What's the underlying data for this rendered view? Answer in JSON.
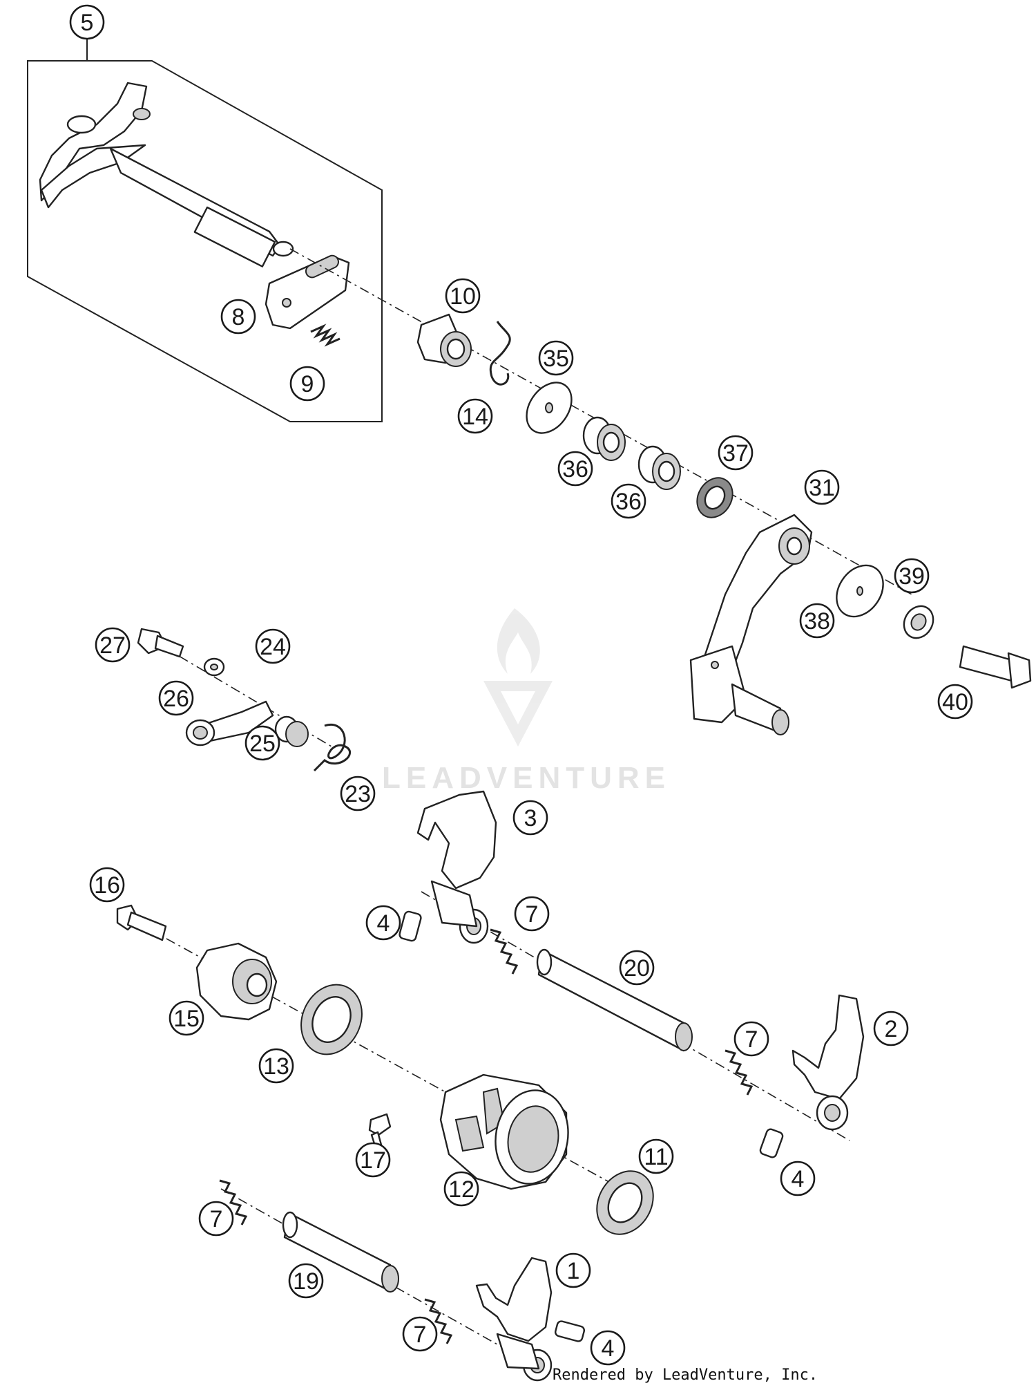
{
  "watermark": {
    "brand": "LEADVENTURE"
  },
  "credit": "Rendered by LeadVenture, Inc.",
  "colors": {
    "line": "#222222",
    "shade": "#cfcfcf",
    "watermark": "#e3e3e3"
  },
  "callouts": [
    {
      "id": "5",
      "text": "5"
    },
    {
      "id": "10",
      "text": "10"
    },
    {
      "id": "8",
      "text": "8"
    },
    {
      "id": "9",
      "text": "9"
    },
    {
      "id": "35",
      "text": "35"
    },
    {
      "id": "14",
      "text": "14"
    },
    {
      "id": "36a",
      "text": "36"
    },
    {
      "id": "36b",
      "text": "36"
    },
    {
      "id": "37",
      "text": "37"
    },
    {
      "id": "31",
      "text": "31"
    },
    {
      "id": "39",
      "text": "39"
    },
    {
      "id": "38",
      "text": "38"
    },
    {
      "id": "40",
      "text": "40"
    },
    {
      "id": "27",
      "text": "27"
    },
    {
      "id": "24",
      "text": "24"
    },
    {
      "id": "26",
      "text": "26"
    },
    {
      "id": "25",
      "text": "25"
    },
    {
      "id": "23",
      "text": "23"
    },
    {
      "id": "3",
      "text": "3"
    },
    {
      "id": "16",
      "text": "16"
    },
    {
      "id": "4a",
      "text": "4"
    },
    {
      "id": "7a",
      "text": "7"
    },
    {
      "id": "20",
      "text": "20"
    },
    {
      "id": "15",
      "text": "15"
    },
    {
      "id": "2",
      "text": "2"
    },
    {
      "id": "7b",
      "text": "7"
    },
    {
      "id": "13",
      "text": "13"
    },
    {
      "id": "17",
      "text": "17"
    },
    {
      "id": "11",
      "text": "11"
    },
    {
      "id": "4b",
      "text": "4"
    },
    {
      "id": "12",
      "text": "12"
    },
    {
      "id": "7c",
      "text": "7"
    },
    {
      "id": "19",
      "text": "19"
    },
    {
      "id": "1",
      "text": "1"
    },
    {
      "id": "7d",
      "text": "7"
    },
    {
      "id": "4c",
      "text": "4"
    }
  ]
}
